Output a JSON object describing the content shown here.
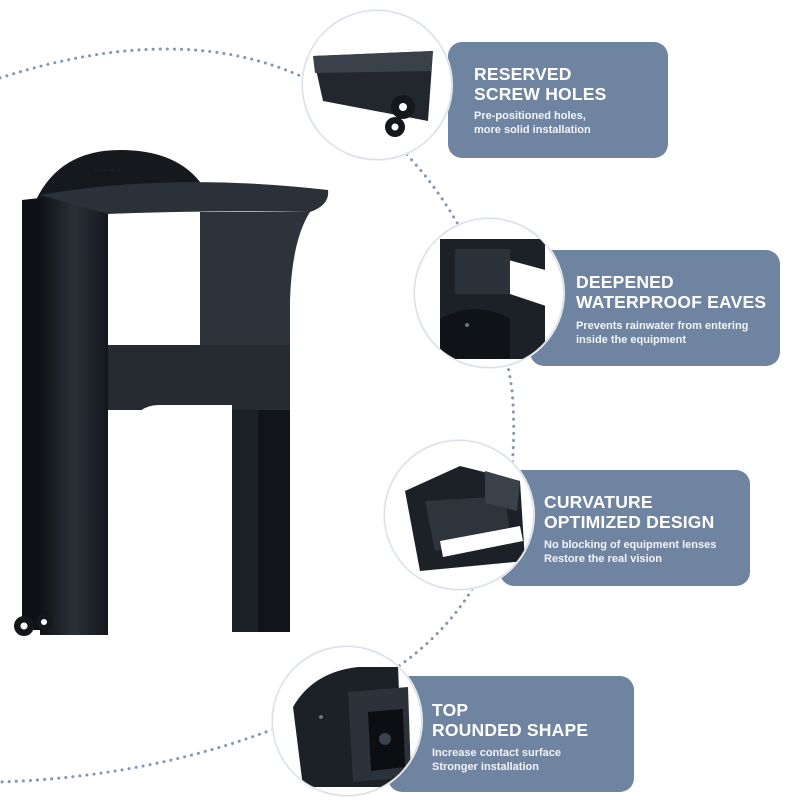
{
  "colors": {
    "panel": "#6f84a0",
    "product": "#1d2128",
    "dots": "#8296ae"
  },
  "features": [
    {
      "title_line1": "RESERVED",
      "title_line2": "SCREW HOLES",
      "desc_line1": "Pre-positioned holes,",
      "desc_line2": "more solid installation"
    },
    {
      "title_line1": "DEEPENED",
      "title_line2": "WATERPROOF EAVES",
      "desc_line1": "Prevents rainwater from entering",
      "desc_line2": "inside the equipment"
    },
    {
      "title_line1": "CURVATURE",
      "title_line2": "OPTIMIZED DESIGN",
      "desc_line1": "No blocking of equipment lenses",
      "desc_line2": "Restore the real vision"
    },
    {
      "title_line1": "TOP",
      "title_line2": "ROUNDED SHAPE",
      "desc_line1": "Increase contact surface",
      "desc_line2": "Stronger installation"
    }
  ]
}
